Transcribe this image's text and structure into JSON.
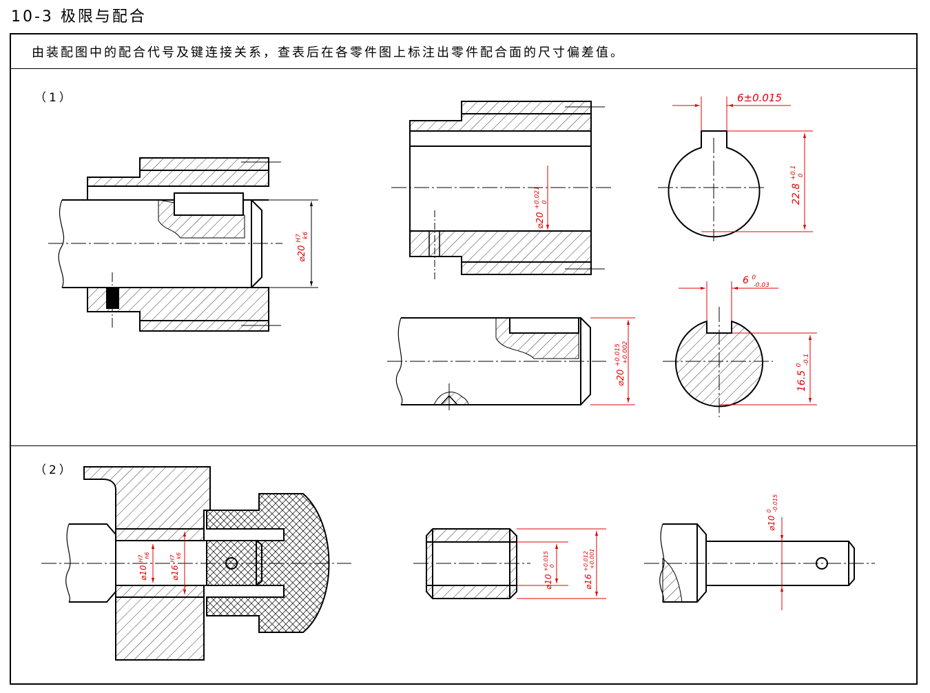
{
  "header": {
    "title": "10-3  极限与配合"
  },
  "task": {
    "instruction": "由装配图中的配合代号及键连接关系，查表后在各零件图上标注出零件配合面的尺寸偏差值。"
  },
  "part1": {
    "label": "（1）",
    "assembly_fit": {
      "base": "⌀20",
      "upper": "H7",
      "lower": "k6"
    },
    "hole_dia": {
      "base": "⌀20",
      "upper": "+0.021",
      "lower": "0"
    },
    "keyway_width": {
      "text": "6±0.015"
    },
    "hole_depth": {
      "base": "22.8",
      "upper": "+0.1",
      "lower": "0"
    },
    "shaft_dia": {
      "base": "⌀20",
      "upper": "+0.015",
      "lower": "+0.002"
    },
    "key_width": {
      "base": "6",
      "upper": "0",
      "lower": "-0.03"
    },
    "shaft_depth": {
      "base": "16.5",
      "upper": "0",
      "lower": "-0.1"
    }
  },
  "part2": {
    "label": "（2）",
    "fit_inner": {
      "base": "⌀10",
      "upper": "H7",
      "lower": "h6"
    },
    "fit_outer": {
      "base": "⌀16",
      "upper": "H7",
      "lower": "k6"
    },
    "bush_inner": {
      "base": "⌀10",
      "upper": "+0.015",
      "lower": "0"
    },
    "bush_outer": {
      "base": "⌀16",
      "upper": "+0.012",
      "lower": "+0.001"
    },
    "pin_dia": {
      "base": "⌀10",
      "upper": "0",
      "lower": "-0.015"
    }
  },
  "colors": {
    "line": "#000000",
    "dimension": "#e00000",
    "background": "#ffffff"
  }
}
